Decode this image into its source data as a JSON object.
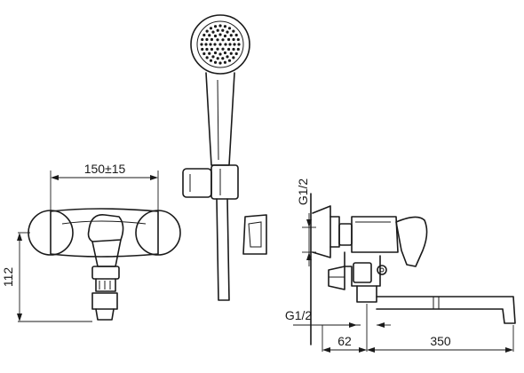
{
  "dimensions": {
    "spacing": "150±15",
    "height": "112",
    "thread_top": "G1/2",
    "thread_bottom": "G1/2",
    "wall_offset": "62",
    "spout_length": "350"
  }
}
